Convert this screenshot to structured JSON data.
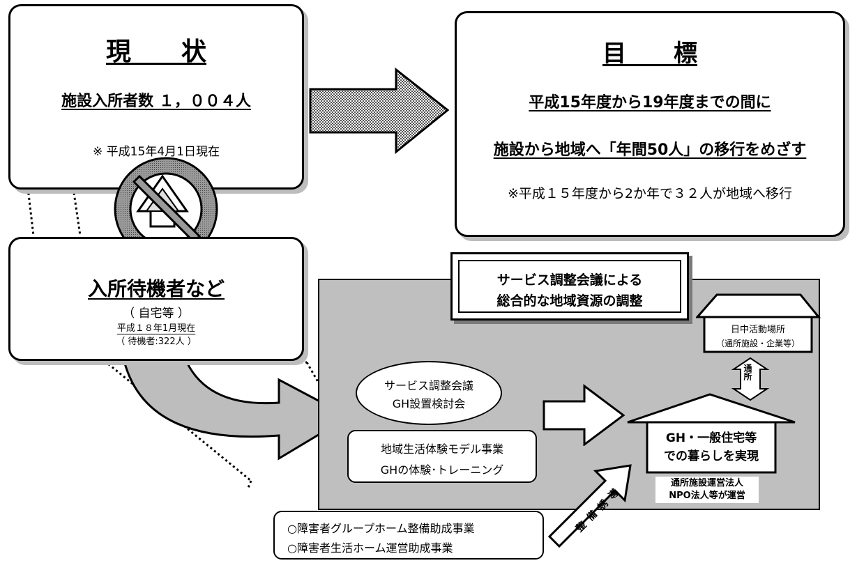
{
  "current": {
    "title": "現　　状",
    "count_line": "施設入所者数 １，００４人",
    "note": "※ 平成15年4月1日現在"
  },
  "target": {
    "title": "目　　標",
    "line1": "平成15年度から19年度までの間に",
    "line2": "施設から地域へ「年間50人」の移行をめざす",
    "note": "※平成１５年度から2か年で３２人が地域へ移行"
  },
  "waiting": {
    "title": "入所待機者など",
    "sub": "（ 自宅等 ）",
    "date": "平成１８年1月現在",
    "count": "（ 待機者:322人 ）"
  },
  "service_council": {
    "line1": "サービス調整会議による",
    "line2": "総合的な地域資源の調整"
  },
  "daytime": {
    "line1": "日中活動場所",
    "line2": "（通所施設・企業等）"
  },
  "commute": {
    "label": "通所"
  },
  "oval": {
    "line1": "サービス調整会議",
    "line2": "GH設置検討会"
  },
  "model": {
    "line1": "地域生活体験モデル事業",
    "line2": "GHの体験･トレーニング"
  },
  "gh": {
    "line1": "GH・一般住宅等",
    "line2": "での暮らしを実現"
  },
  "operator": {
    "line1": "通所施設運営法人",
    "line2": "NPO法人等が運営"
  },
  "induce": {
    "label": "整備誘導"
  },
  "subsidy": {
    "item1": "○障害者グループホーム整備助成事業",
    "item2": "○障害者生活ホーム運営助成事業"
  }
}
